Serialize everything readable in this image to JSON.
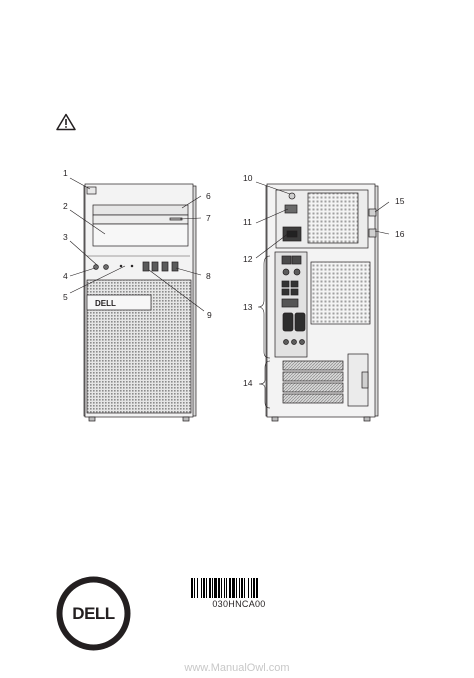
{
  "callouts": [
    "1",
    "2",
    "3",
    "4",
    "5",
    "6",
    "7",
    "8",
    "9",
    "10",
    "11",
    "12",
    "13",
    "14",
    "15",
    "16"
  ],
  "barcode": {
    "text": "030HNCA00"
  },
  "watermark": "www.ManualOwl.com",
  "icons": [
    "warning-icon",
    "dell-logo"
  ],
  "colors": {
    "line": "#231f20",
    "case": "#f2f2f2",
    "mesh": "#9b9b9b"
  }
}
